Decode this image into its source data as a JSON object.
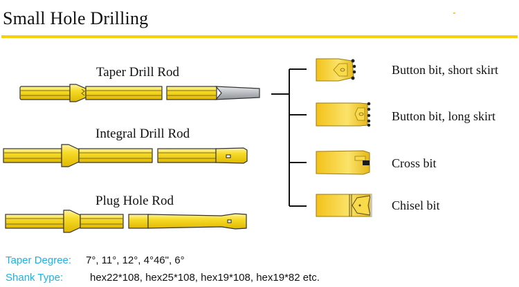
{
  "header": {
    "title": "Small Hole Drilling",
    "accent_color": "#f6d10a"
  },
  "rods": [
    {
      "label": "Taper Drill Rod"
    },
    {
      "label": "Integral Drill Rod"
    },
    {
      "label": "Plug Hole Rod"
    }
  ],
  "bits": [
    {
      "label": "Button bit, short skirt"
    },
    {
      "label": "Button bit, long skirt"
    },
    {
      "label": "Cross bit"
    },
    {
      "label": "Chisel bit"
    }
  ],
  "specs": {
    "taper_degree": {
      "label": "Taper Degree:",
      "value": "7°, 11°, 12°,  4°46\", 6°"
    },
    "shank_type": {
      "label": "Shank Type:",
      "value": "hex22*108, hex25*108, hex19*108, hex19*82 etc."
    }
  },
  "colors": {
    "rod_yellow": "#f5d21a",
    "label_blue": "#1ab2e6",
    "steel_gray": "#b8bcc0"
  }
}
